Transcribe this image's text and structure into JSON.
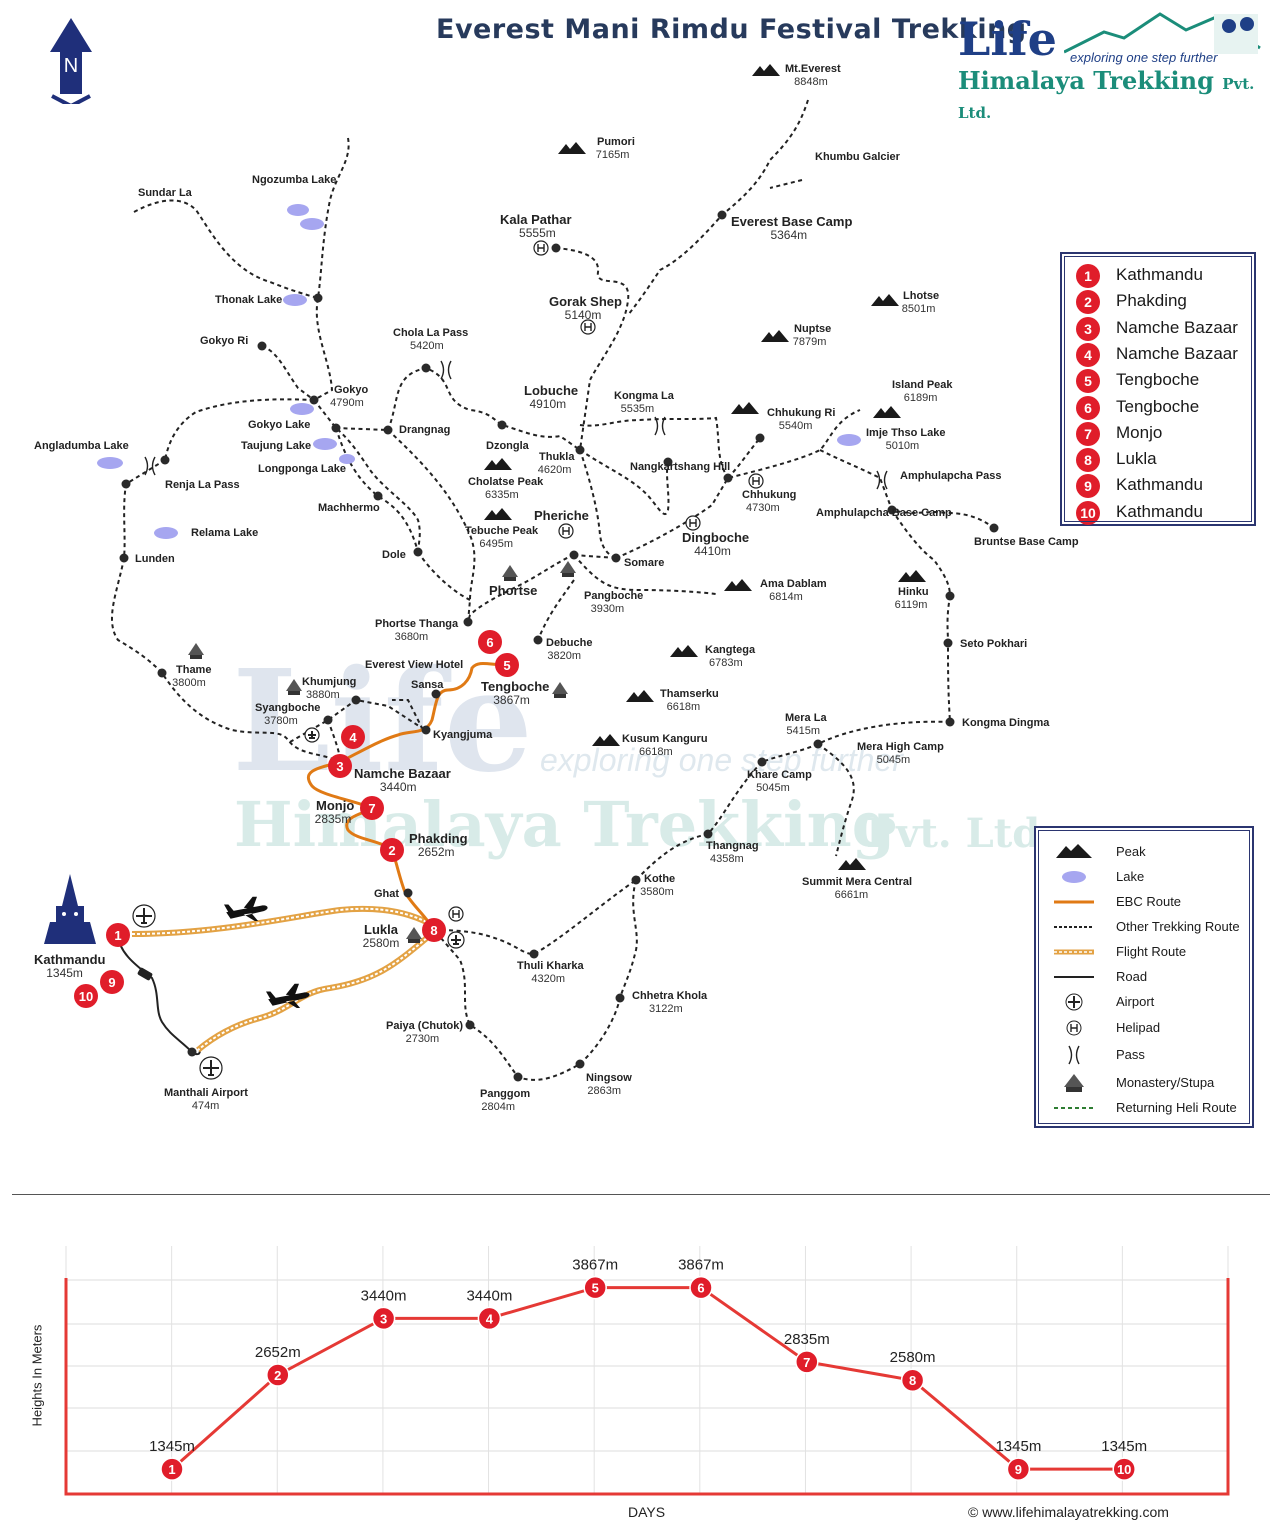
{
  "map": {
    "title": "Everest Mani Rimdu Festival Trekking",
    "compass": "N",
    "logo": {
      "brand": "Life",
      "tagline": "exploring one step further",
      "name": "Himalaya Trekking",
      "suffix": "Pvt. Ltd."
    },
    "colors": {
      "ebc_route": "#e07a15",
      "flight_route": "#e3a244",
      "other_route": "#222222",
      "stop": "#e01d2a",
      "lake": "#a6a6f0",
      "frame": "#2b3570",
      "elevation_line": "#e53935"
    },
    "places": [
      {
        "name": "Mt.Everest",
        "elev": "8848m"
      },
      {
        "name": "Pumori",
        "elev": "7165m"
      },
      {
        "name": "Khumbu Galcier",
        "elev": ""
      },
      {
        "name": "Sundar La",
        "elev": ""
      },
      {
        "name": "Ngozumba Lake",
        "elev": ""
      },
      {
        "name": "Kala Pathar",
        "elev": "5555m"
      },
      {
        "name": "Everest Base Camp",
        "elev": "5364m"
      },
      {
        "name": "Gorak Shep",
        "elev": "5140m"
      },
      {
        "name": "Thonak Lake",
        "elev": ""
      },
      {
        "name": "Lhotse",
        "elev": "8501m"
      },
      {
        "name": "Nuptse",
        "elev": "7879m"
      },
      {
        "name": "Gokyo Ri",
        "elev": ""
      },
      {
        "name": "Chola La Pass",
        "elev": "5420m"
      },
      {
        "name": "Lobuche",
        "elev": "4910m"
      },
      {
        "name": "Kongma La",
        "elev": "5535m"
      },
      {
        "name": "Island Peak",
        "elev": "6189m"
      },
      {
        "name": "Gokyo",
        "elev": "4790m"
      },
      {
        "name": "Gokyo Lake",
        "elev": ""
      },
      {
        "name": "Drangnag",
        "elev": ""
      },
      {
        "name": "Taujung Lake",
        "elev": ""
      },
      {
        "name": "Angladumba Lake",
        "elev": ""
      },
      {
        "name": "Dzongla",
        "elev": ""
      },
      {
        "name": "Chhukung Ri",
        "elev": "5540m"
      },
      {
        "name": "Imje Thso Lake",
        "elev": "5010m"
      },
      {
        "name": "Longponga Lake",
        "elev": ""
      },
      {
        "name": "Thukla",
        "elev": "4620m"
      },
      {
        "name": "Nangkartshang Hill",
        "elev": ""
      },
      {
        "name": "Amphulapcha Pass",
        "elev": ""
      },
      {
        "name": "Renja La Pass",
        "elev": ""
      },
      {
        "name": "Cholatse Peak",
        "elev": "6335m"
      },
      {
        "name": "Chhukung",
        "elev": "4730m"
      },
      {
        "name": "Machhermo",
        "elev": ""
      },
      {
        "name": "Pheriche",
        "elev": ""
      },
      {
        "name": "Amphulapcha Base Camp",
        "elev": ""
      },
      {
        "name": "Tebuche Peak",
        "elev": "6495m"
      },
      {
        "name": "Relama Lake",
        "elev": ""
      },
      {
        "name": "Dingboche",
        "elev": "4410m"
      },
      {
        "name": "Bruntse Base Camp",
        "elev": ""
      },
      {
        "name": "Lunden",
        "elev": ""
      },
      {
        "name": "Dole",
        "elev": ""
      },
      {
        "name": "Somare",
        "elev": ""
      },
      {
        "name": "Ama Dablam",
        "elev": "6814m"
      },
      {
        "name": "Phortse",
        "elev": ""
      },
      {
        "name": "Hinku",
        "elev": "6119m"
      },
      {
        "name": "Pangboche",
        "elev": "3930m"
      },
      {
        "name": "Phortse Thanga",
        "elev": "3680m"
      },
      {
        "name": "Debuche",
        "elev": "3820m"
      },
      {
        "name": "Seto Pokhari",
        "elev": ""
      },
      {
        "name": "Kangtega",
        "elev": "6783m"
      },
      {
        "name": "Thame",
        "elev": "3800m"
      },
      {
        "name": "Everest View Hotel",
        "elev": ""
      },
      {
        "name": "Khumjung",
        "elev": "3880m"
      },
      {
        "name": "Sansa",
        "elev": ""
      },
      {
        "name": "Tengboche",
        "elev": "3867m"
      },
      {
        "name": "Thamserku",
        "elev": "6618m"
      },
      {
        "name": "Syangboche",
        "elev": "3780m"
      },
      {
        "name": "Mera La",
        "elev": "5415m"
      },
      {
        "name": "Kongma Dingma",
        "elev": ""
      },
      {
        "name": "Kyangjuma",
        "elev": ""
      },
      {
        "name": "Kusum Kanguru",
        "elev": "6618m"
      },
      {
        "name": "Mera High Camp",
        "elev": "5045m"
      },
      {
        "name": "Namche Bazaar",
        "elev": "3440m"
      },
      {
        "name": "Khare Camp",
        "elev": "5045m"
      },
      {
        "name": "Monjo",
        "elev": "2835m"
      },
      {
        "name": "Phakding",
        "elev": "2652m"
      },
      {
        "name": "Thangnag",
        "elev": "4358m"
      },
      {
        "name": "Summit Mera Central",
        "elev": "6661m"
      },
      {
        "name": "Kothe",
        "elev": "3580m"
      },
      {
        "name": "Ghat",
        "elev": ""
      },
      {
        "name": "Kathmandu",
        "elev": "1345m"
      },
      {
        "name": "Lukla",
        "elev": "2580m"
      },
      {
        "name": "Thuli Kharka",
        "elev": "4320m"
      },
      {
        "name": "Chhetra Khola",
        "elev": "3122m"
      },
      {
        "name": "Paiya (Chutok)",
        "elev": "2730m"
      },
      {
        "name": "Ningsow",
        "elev": "2863m"
      },
      {
        "name": "Manthali Airport",
        "elev": "474m"
      },
      {
        "name": "Panggom",
        "elev": "2804m"
      }
    ]
  },
  "itinerary": [
    {
      "num": "1",
      "name": "Kathmandu"
    },
    {
      "num": "2",
      "name": "Phakding"
    },
    {
      "num": "3",
      "name": "Namche Bazaar"
    },
    {
      "num": "4",
      "name": "Namche Bazaar"
    },
    {
      "num": "5",
      "name": "Tengboche"
    },
    {
      "num": "6",
      "name": "Tengboche"
    },
    {
      "num": "7",
      "name": "Monjo"
    },
    {
      "num": "8",
      "name": "Lukla"
    },
    {
      "num": "9",
      "name": "Kathmandu"
    },
    {
      "num": "10",
      "name": "Kathmandu"
    }
  ],
  "legend": [
    {
      "icon": "peak-icon",
      "label": "Peak"
    },
    {
      "icon": "lake-icon",
      "label": "Lake"
    },
    {
      "icon": "ebc-route-line",
      "label": "EBC Route"
    },
    {
      "icon": "other-route-line",
      "label": "Other Trekking Route"
    },
    {
      "icon": "flight-route-line",
      "label": "Flight Route"
    },
    {
      "icon": "road-line",
      "label": "Road"
    },
    {
      "icon": "airport-icon",
      "label": "Airport"
    },
    {
      "icon": "helipad-icon",
      "label": "Helipad"
    },
    {
      "icon": "pass-icon",
      "label": "Pass"
    },
    {
      "icon": "monastery-icon",
      "label": "Monastery/Stupa"
    },
    {
      "icon": "heli-route-line",
      "label": "Returning Heli Route"
    }
  ],
  "profile": {
    "ylabel": "Heights In Meters",
    "xlabel": "DAYS",
    "copyright": "© www.lifehimalayatrekking.com"
  },
  "chart_data": {
    "type": "line",
    "title": "",
    "xlabel": "DAYS",
    "ylabel": "Heights In Meters",
    "categories": [
      "1",
      "2",
      "3",
      "4",
      "5",
      "6",
      "7",
      "8",
      "9",
      "10"
    ],
    "values": [
      1345,
      2652,
      3440,
      3440,
      3867,
      3867,
      2835,
      2580,
      1345,
      1345
    ],
    "labels": [
      "1345m",
      "2652m",
      "3440m",
      "3440m",
      "3867m",
      "3867m",
      "2835m",
      "2580m",
      "1345m",
      "1345m"
    ],
    "ylim": [
      1000,
      4000
    ],
    "grid": true
  }
}
